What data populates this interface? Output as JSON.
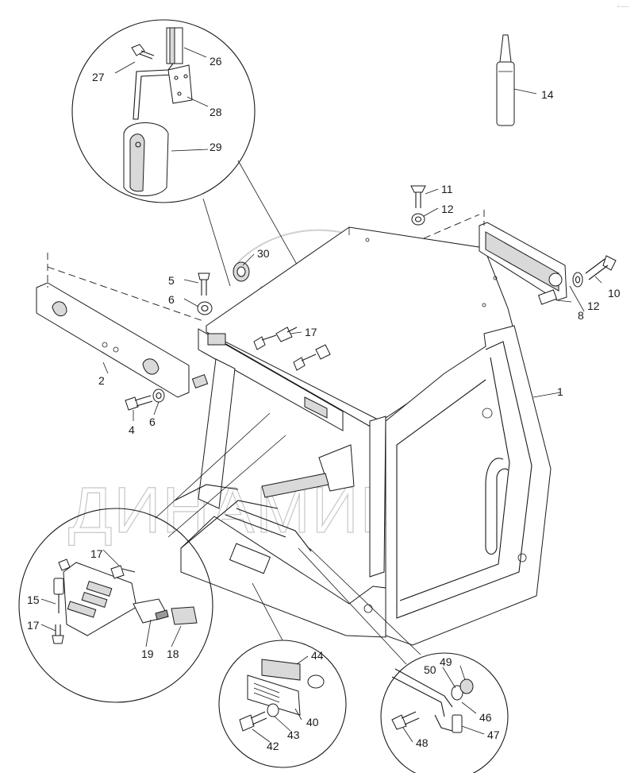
{
  "watermark": "ДИНАМИКА76",
  "labels": {
    "p1": "1",
    "p2": "2",
    "p4": "4",
    "p5": "5",
    "p6a": "6",
    "p6b": "6",
    "p8": "8",
    "p10": "10",
    "p11": "11",
    "p12a": "12",
    "p12b": "12",
    "p14": "14",
    "p15": "15",
    "p17a": "17",
    "p17b": "17",
    "p17c": "17",
    "p18": "18",
    "p19": "19",
    "p26": "26",
    "p27": "27",
    "p28": "28",
    "p29": "29",
    "p30": "30",
    "p40": "40",
    "p42": "42",
    "p43": "43",
    "p44": "44",
    "p46": "46",
    "p47": "47",
    "p48": "48",
    "p49": "49",
    "p50": "50"
  },
  "corner_mark": "≈ ——"
}
